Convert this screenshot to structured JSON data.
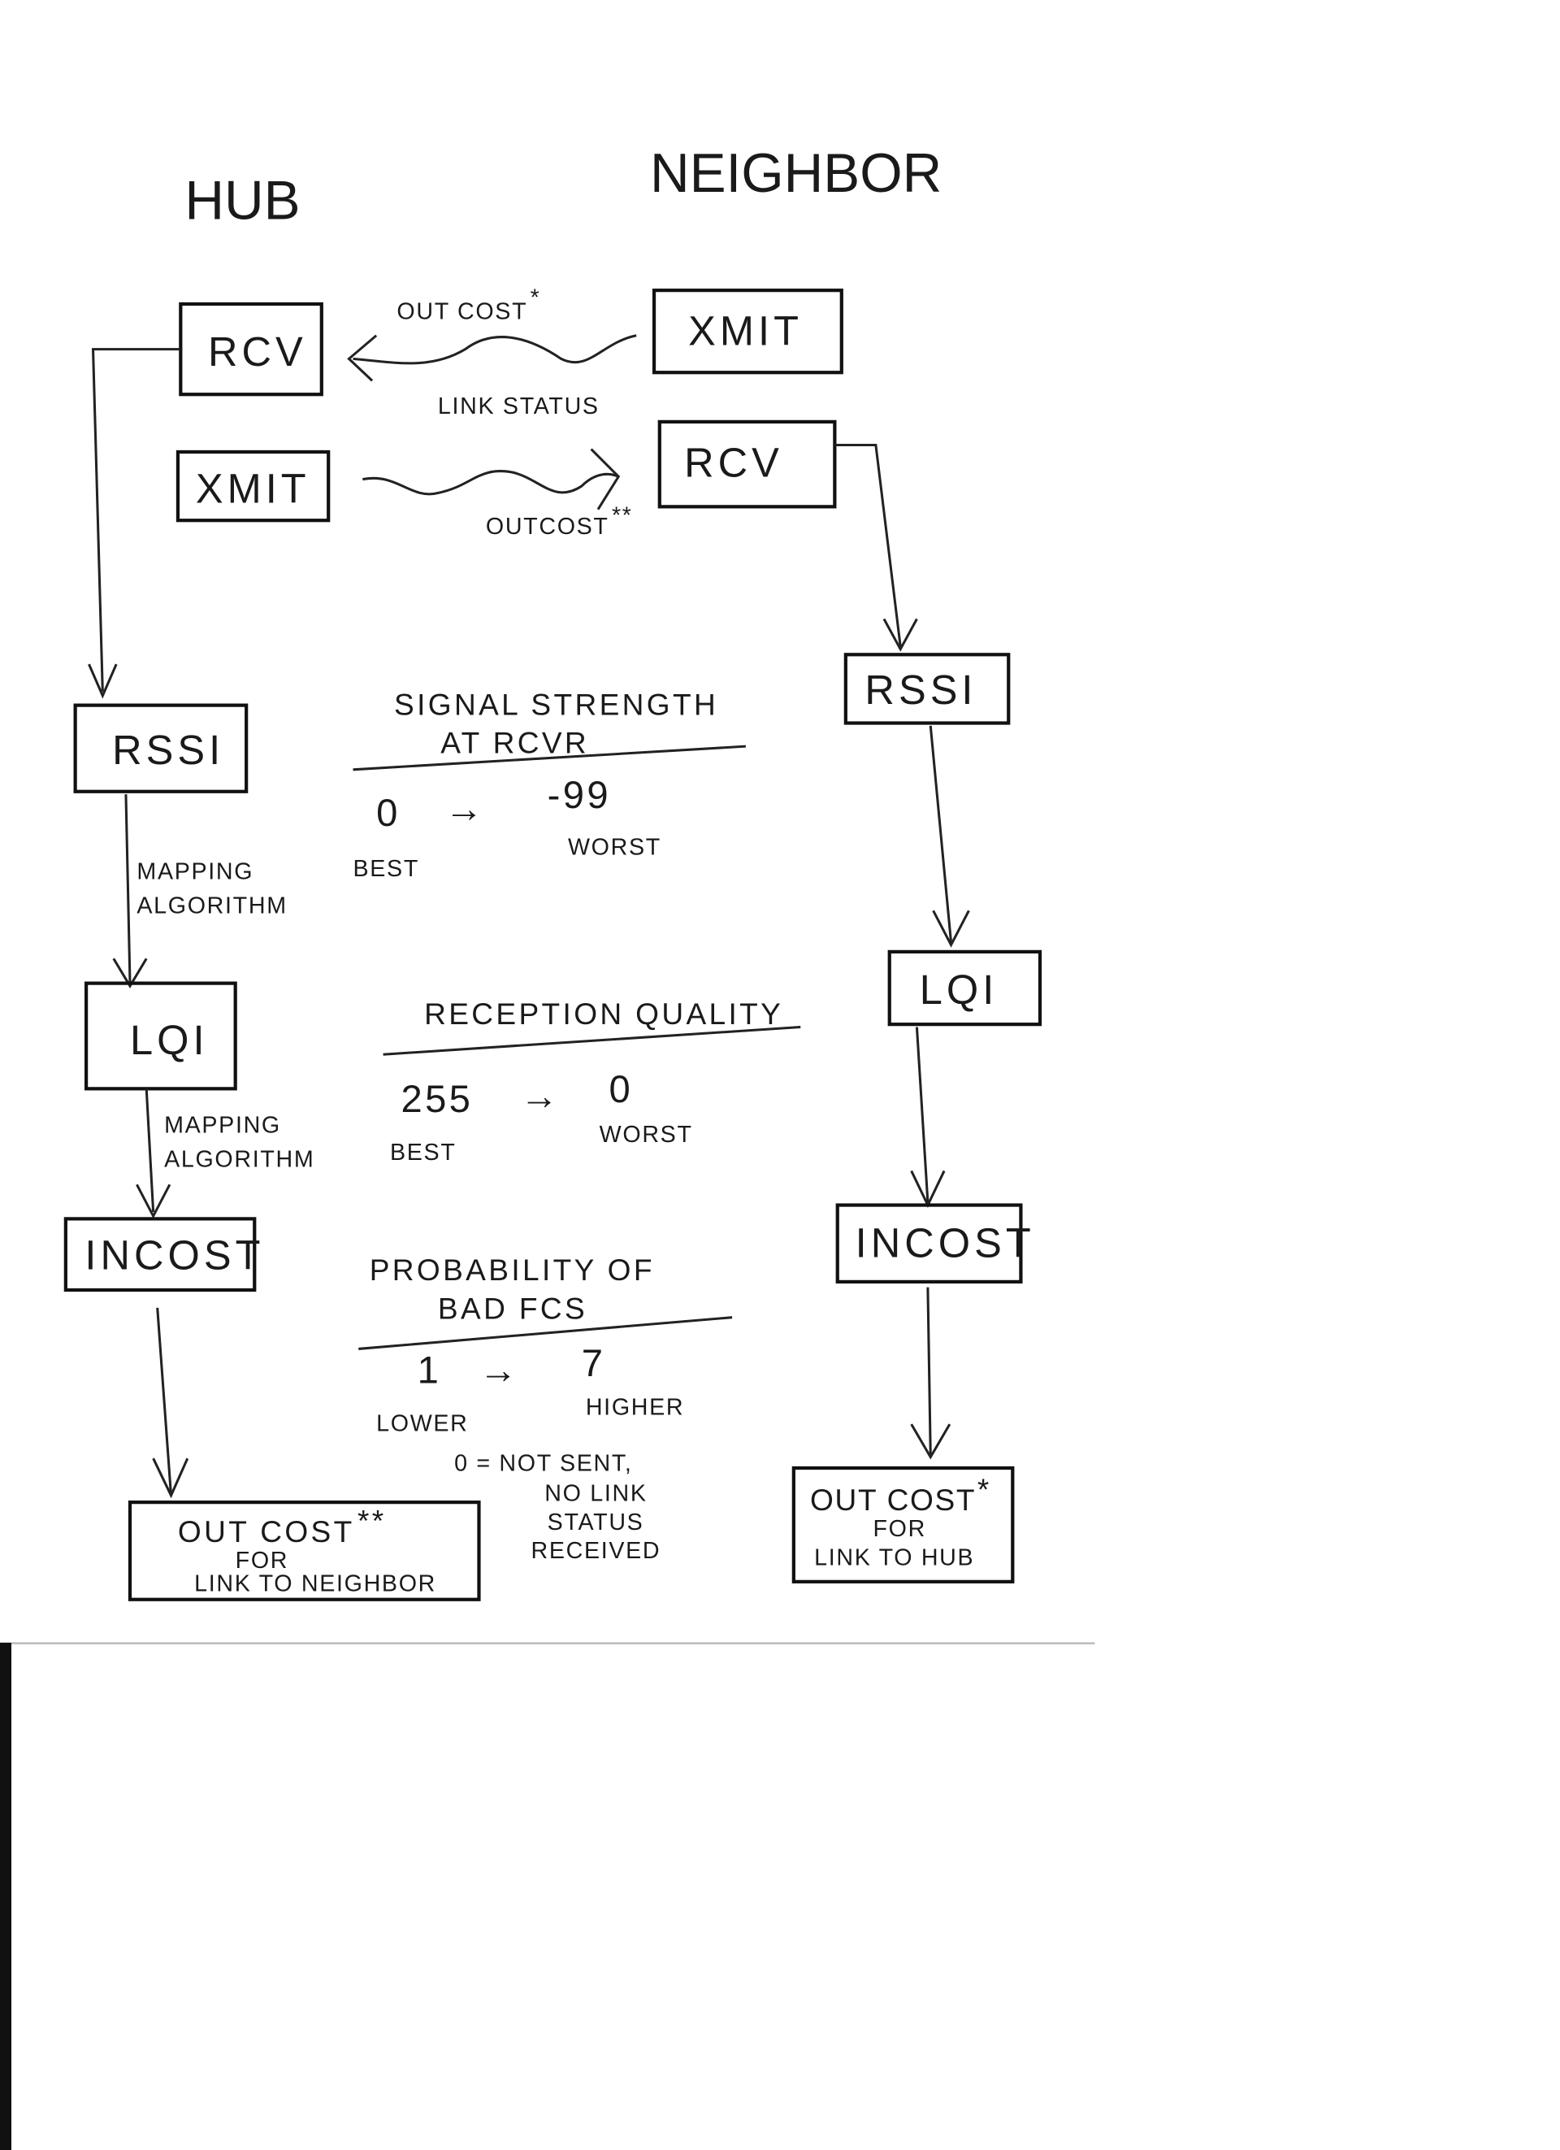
{
  "titles": {
    "hub": "HUB",
    "neighbor": "NEIGHBOR"
  },
  "hub": {
    "rcv": "RCV",
    "xmit": "XMIT",
    "rssi": "RSSI",
    "lqi": "LQI",
    "incost": "INCOST",
    "outcost": {
      "line1": "OUT COST",
      "mark": "**",
      "line2": "FOR",
      "line3": "LINK TO NEIGHBOR"
    },
    "mapping1": [
      "MAPPING",
      "ALGORITHM"
    ],
    "mapping2": [
      "MAPPING",
      "ALGORITHM"
    ]
  },
  "neighbor": {
    "xmit": "XMIT",
    "rcv": "RCV",
    "rssi": "RSSI",
    "lqi": "LQI",
    "incost": "INCOST",
    "outcost": {
      "line1": "OUT COST",
      "mark": "*",
      "line2": "FOR",
      "line3": "LINK TO HUB"
    }
  },
  "links": {
    "to_hub_top": "OUT COST",
    "to_hub_mark": "*",
    "to_hub_bottom": "LINK STATUS",
    "to_neighbor": "OUTCOST",
    "to_neighbor_mark": "**"
  },
  "legend": {
    "rssi": {
      "title1": "SIGNAL STRENGTH",
      "title2": "AT RCVR",
      "from": "0",
      "to": "-99",
      "from_label": "BEST",
      "to_label": "WORST"
    },
    "lqi": {
      "title": "RECEPTION QUALITY",
      "from": "255",
      "to": "0",
      "from_label": "BEST",
      "to_label": "WORST"
    },
    "incost": {
      "title1": "PROBABILITY OF",
      "title2": "BAD FCS",
      "from": "1",
      "to": "7",
      "from_label": "LOWER",
      "to_label": "HIGHER",
      "note": [
        "0 = NOT SENT,",
        "NO LINK",
        "STATUS",
        "RECEIVED"
      ]
    },
    "arrow": "→"
  }
}
